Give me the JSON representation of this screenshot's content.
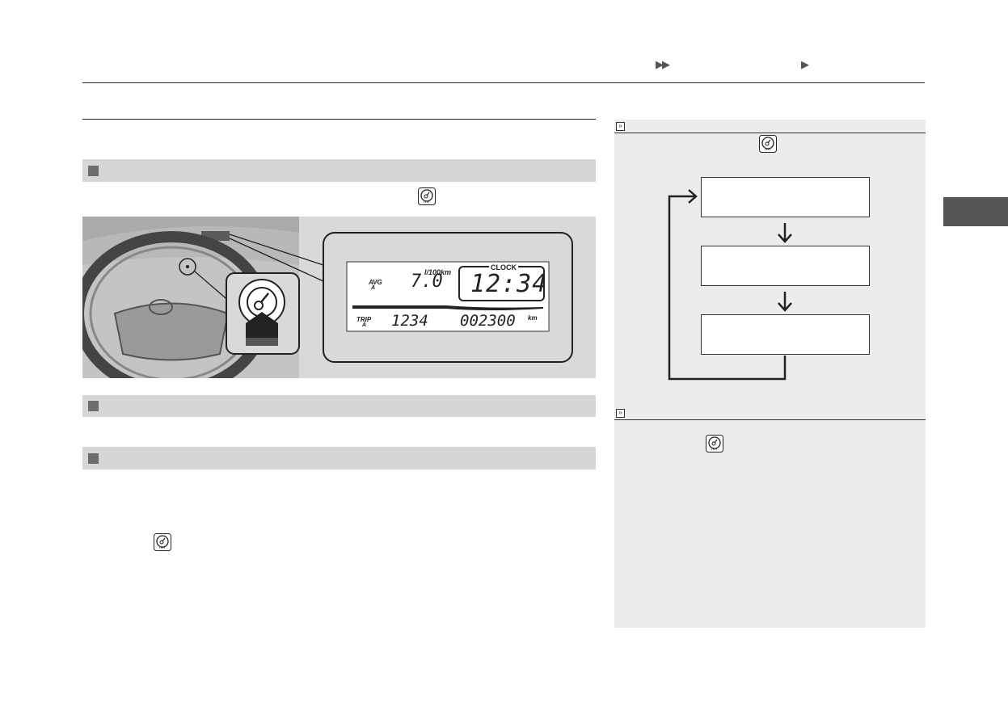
{
  "header": {
    "breadcrumb_arrows": [
      "▶▶",
      "▶"
    ]
  },
  "sections": [
    {
      "id": "section-1"
    },
    {
      "id": "section-2"
    },
    {
      "id": "section-3"
    }
  ],
  "illustration": {
    "display": {
      "avg_label": "AVG",
      "avg_sub": "A",
      "unit_label": "l/100km",
      "avg_value": "7.0",
      "clock_label": "CLOCK",
      "clock_value": "12:34",
      "trip_label": "TRIP",
      "trip_sub": "A",
      "trip_value": "1234",
      "odometer_value": "002300",
      "odometer_unit": "km"
    }
  },
  "icons": {
    "gauge": "selector-knob-icon",
    "arrow_down": "arrow-down-icon"
  },
  "colors": {
    "section_bar": "#d6d6d6",
    "square": "#6d6d6d",
    "side_panel": "#ececec",
    "illustration_bg": "#d9d9d9"
  }
}
